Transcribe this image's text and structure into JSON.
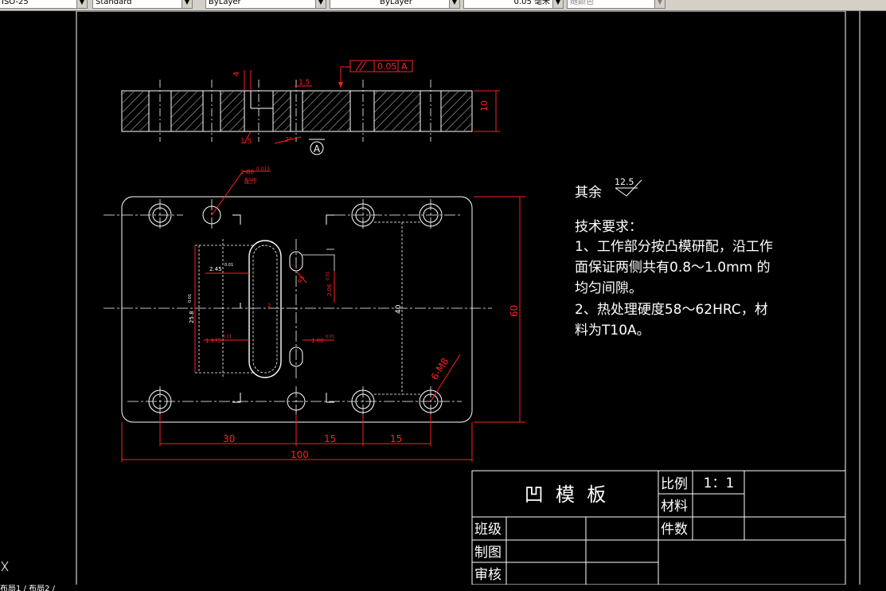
{
  "toolbar": {
    "text_style": "ISO-25",
    "dim_style": "Standard",
    "layer_color": "ByLayer",
    "linetype": "ByLayer",
    "lineweight": "0.05 毫米",
    "plot_style": "随颜色"
  },
  "drawing": {
    "top_view": {
      "tolerance_symbol": "//",
      "tolerance_value": "0.05",
      "tolerance_datum": "A",
      "dim_thickness": "10",
      "dim_depth": "4",
      "dim_small_top": "1.5",
      "dim_small_bottom": "1.5",
      "dim_angle": "2°",
      "datum_label": "A"
    },
    "plan_view": {
      "dim_width": "100",
      "dim_height": "60",
      "dim_inner_height": "40",
      "dim_x1": "30",
      "dim_x2": "15",
      "dim_x3": "15",
      "hole_label": "2-Ø8",
      "hole_tol": "0.015",
      "hole_note": "配作",
      "thread_label": "6-M8",
      "dim_slot_width": "2.45",
      "dim_slot_width_tol": "0.01",
      "dim_slot_height": "25.8",
      "dim_slot_height_tol": "0.01",
      "dim_left_low": "1.975",
      "dim_left_low_tol": "0.01",
      "dim_right_low": "1.06",
      "dim_right_low_tol": "0.01",
      "dim_right_vert": "2.06",
      "dim_right_vert_tol": "0.01",
      "dim_small_r": "R5",
      "dim_small_c": "2"
    },
    "notes": {
      "roughness_prefix": "其余",
      "roughness_value": "12.5",
      "heading": "技术要求：",
      "line1": "1、工作部分按凸模研配，沿工作",
      "line2": "面保证两侧共有0.8～1.0mm 的",
      "line3": "均匀间隙。",
      "line4": "2、热处理硬度58～62HRC，材",
      "line5": "料为T10A。"
    },
    "title_block": {
      "part_name": "凹  模  板",
      "scale_label": "比例",
      "scale_value": "1：1",
      "material_label": "材料",
      "quantity_label": "件数",
      "class_label": "班级",
      "drawn_label": "制图",
      "review_label": "审核"
    }
  },
  "statusbar": {
    "text": "布局1 / 布局2 /"
  },
  "colors": {
    "background": "#000000",
    "line": "#ffffff",
    "dimension": "#ff2020",
    "toolbar": "#d4d0c8"
  }
}
